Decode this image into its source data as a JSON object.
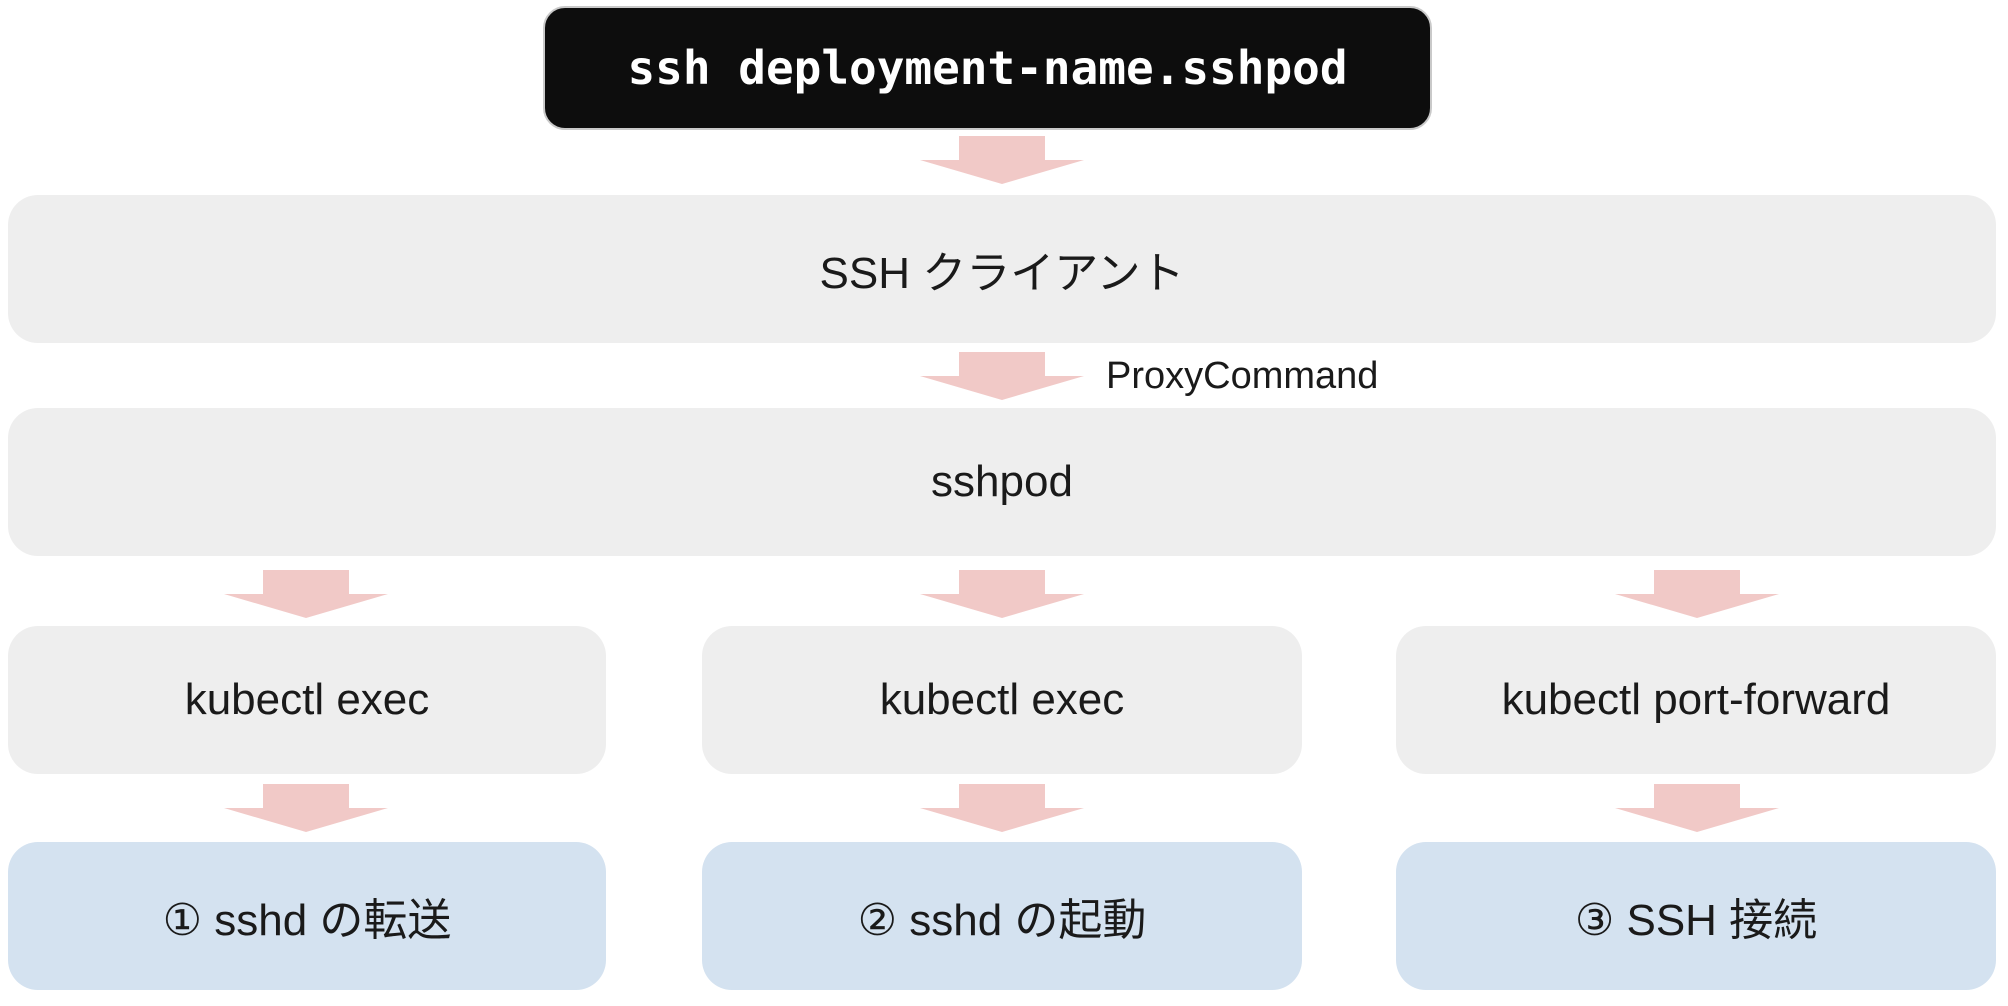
{
  "diagram": {
    "command": "ssh deployment-name.sshpod",
    "proxy_label": "ProxyCommand",
    "nodes": {
      "ssh_client": "SSH クライアント",
      "sshpod": "sshpod"
    },
    "columns": [
      {
        "action": "kubectl exec",
        "result": "① sshd の転送"
      },
      {
        "action": "kubectl exec",
        "result": "② sshd の起動"
      },
      {
        "action": "kubectl port-forward",
        "result": "③ SSH 接続"
      }
    ],
    "colors": {
      "arrow": "#f1c9c7",
      "box_gray": "#eeeeee",
      "box_blue": "#d4e2f0",
      "cmd_bg": "#0d0d0d",
      "cmd_text": "#ffffff",
      "text": "#1a1a1a"
    }
  }
}
